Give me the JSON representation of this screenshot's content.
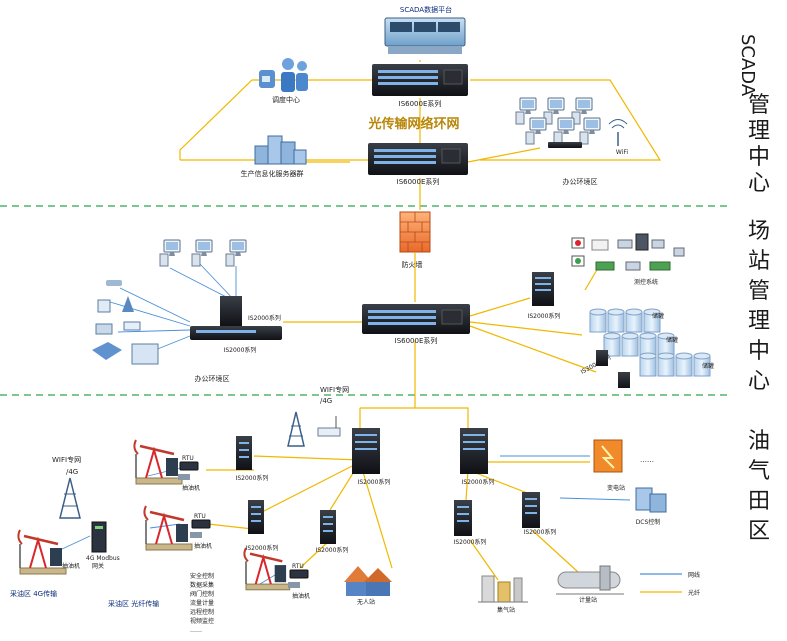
{
  "zones": {
    "scada_title": "SCADA管理中心",
    "station_title": "场站管理中心",
    "field_title": "油气田区"
  },
  "scada": {
    "platform_label": "SCADA数据平台",
    "ring_label": "光传输网络环网",
    "switch_top_label": "IS6000E系列",
    "switch_bottom_label": "IS6000E系列",
    "dispatch_label": "调度中心",
    "server_label": "生产信息化服务器群",
    "office_label": "办公环境区",
    "wifi_label": "WiFi"
  },
  "station": {
    "firewall_label": "防火墙",
    "core_switch_label": "IS6000E系列",
    "office_switch_label": "IS2000系列",
    "office_rack_label": "IS2000系列",
    "office_label": "办公环境区",
    "field_switch_label": "IS2000系列",
    "control_label": "测控系统",
    "ring_label": "IS3000系列",
    "tanks": [
      "储罐",
      "储罐",
      "储罐"
    ]
  },
  "field": {
    "wifi_center_label": "WIFI专网\n/4G",
    "wifi_left_label": "WIFI专网\n/4G",
    "rtu_labels": [
      "RTU",
      "RTU",
      "RTU"
    ],
    "rtu_sub": [
      "抽油机",
      "抽油机",
      "抽油机"
    ],
    "switch_labels": [
      "IS2000系列",
      "IS2000系列",
      "IS2000系列",
      "IS2000系列",
      "IS2000系列",
      "IS2000系列",
      "IS2000系列"
    ],
    "gateway_label": "4G Modbus\n网关",
    "well_label_a": "采油区 4G传输",
    "well_label_b": "采油区 光纤传输",
    "monitor_label": "抽油机",
    "village_label": "无人站",
    "substation_label": "变电站",
    "dcs_label": "DCS控制",
    "gas_station_label": "集气站",
    "metering_label": "计量站",
    "control_list": [
      "安全控制",
      "数据采集",
      "阀门控制",
      "流量计量",
      "远程控制",
      "视频监控",
      "……"
    ],
    "dots": "……"
  },
  "legend": {
    "network_label": "网线",
    "fiber_label": "光纤",
    "network_color": "#4a90d9",
    "fiber_color": "#f0b800"
  },
  "colors": {
    "divider": "#2aa84a",
    "fiber": "#f0b800",
    "network": "#4a90d9"
  }
}
